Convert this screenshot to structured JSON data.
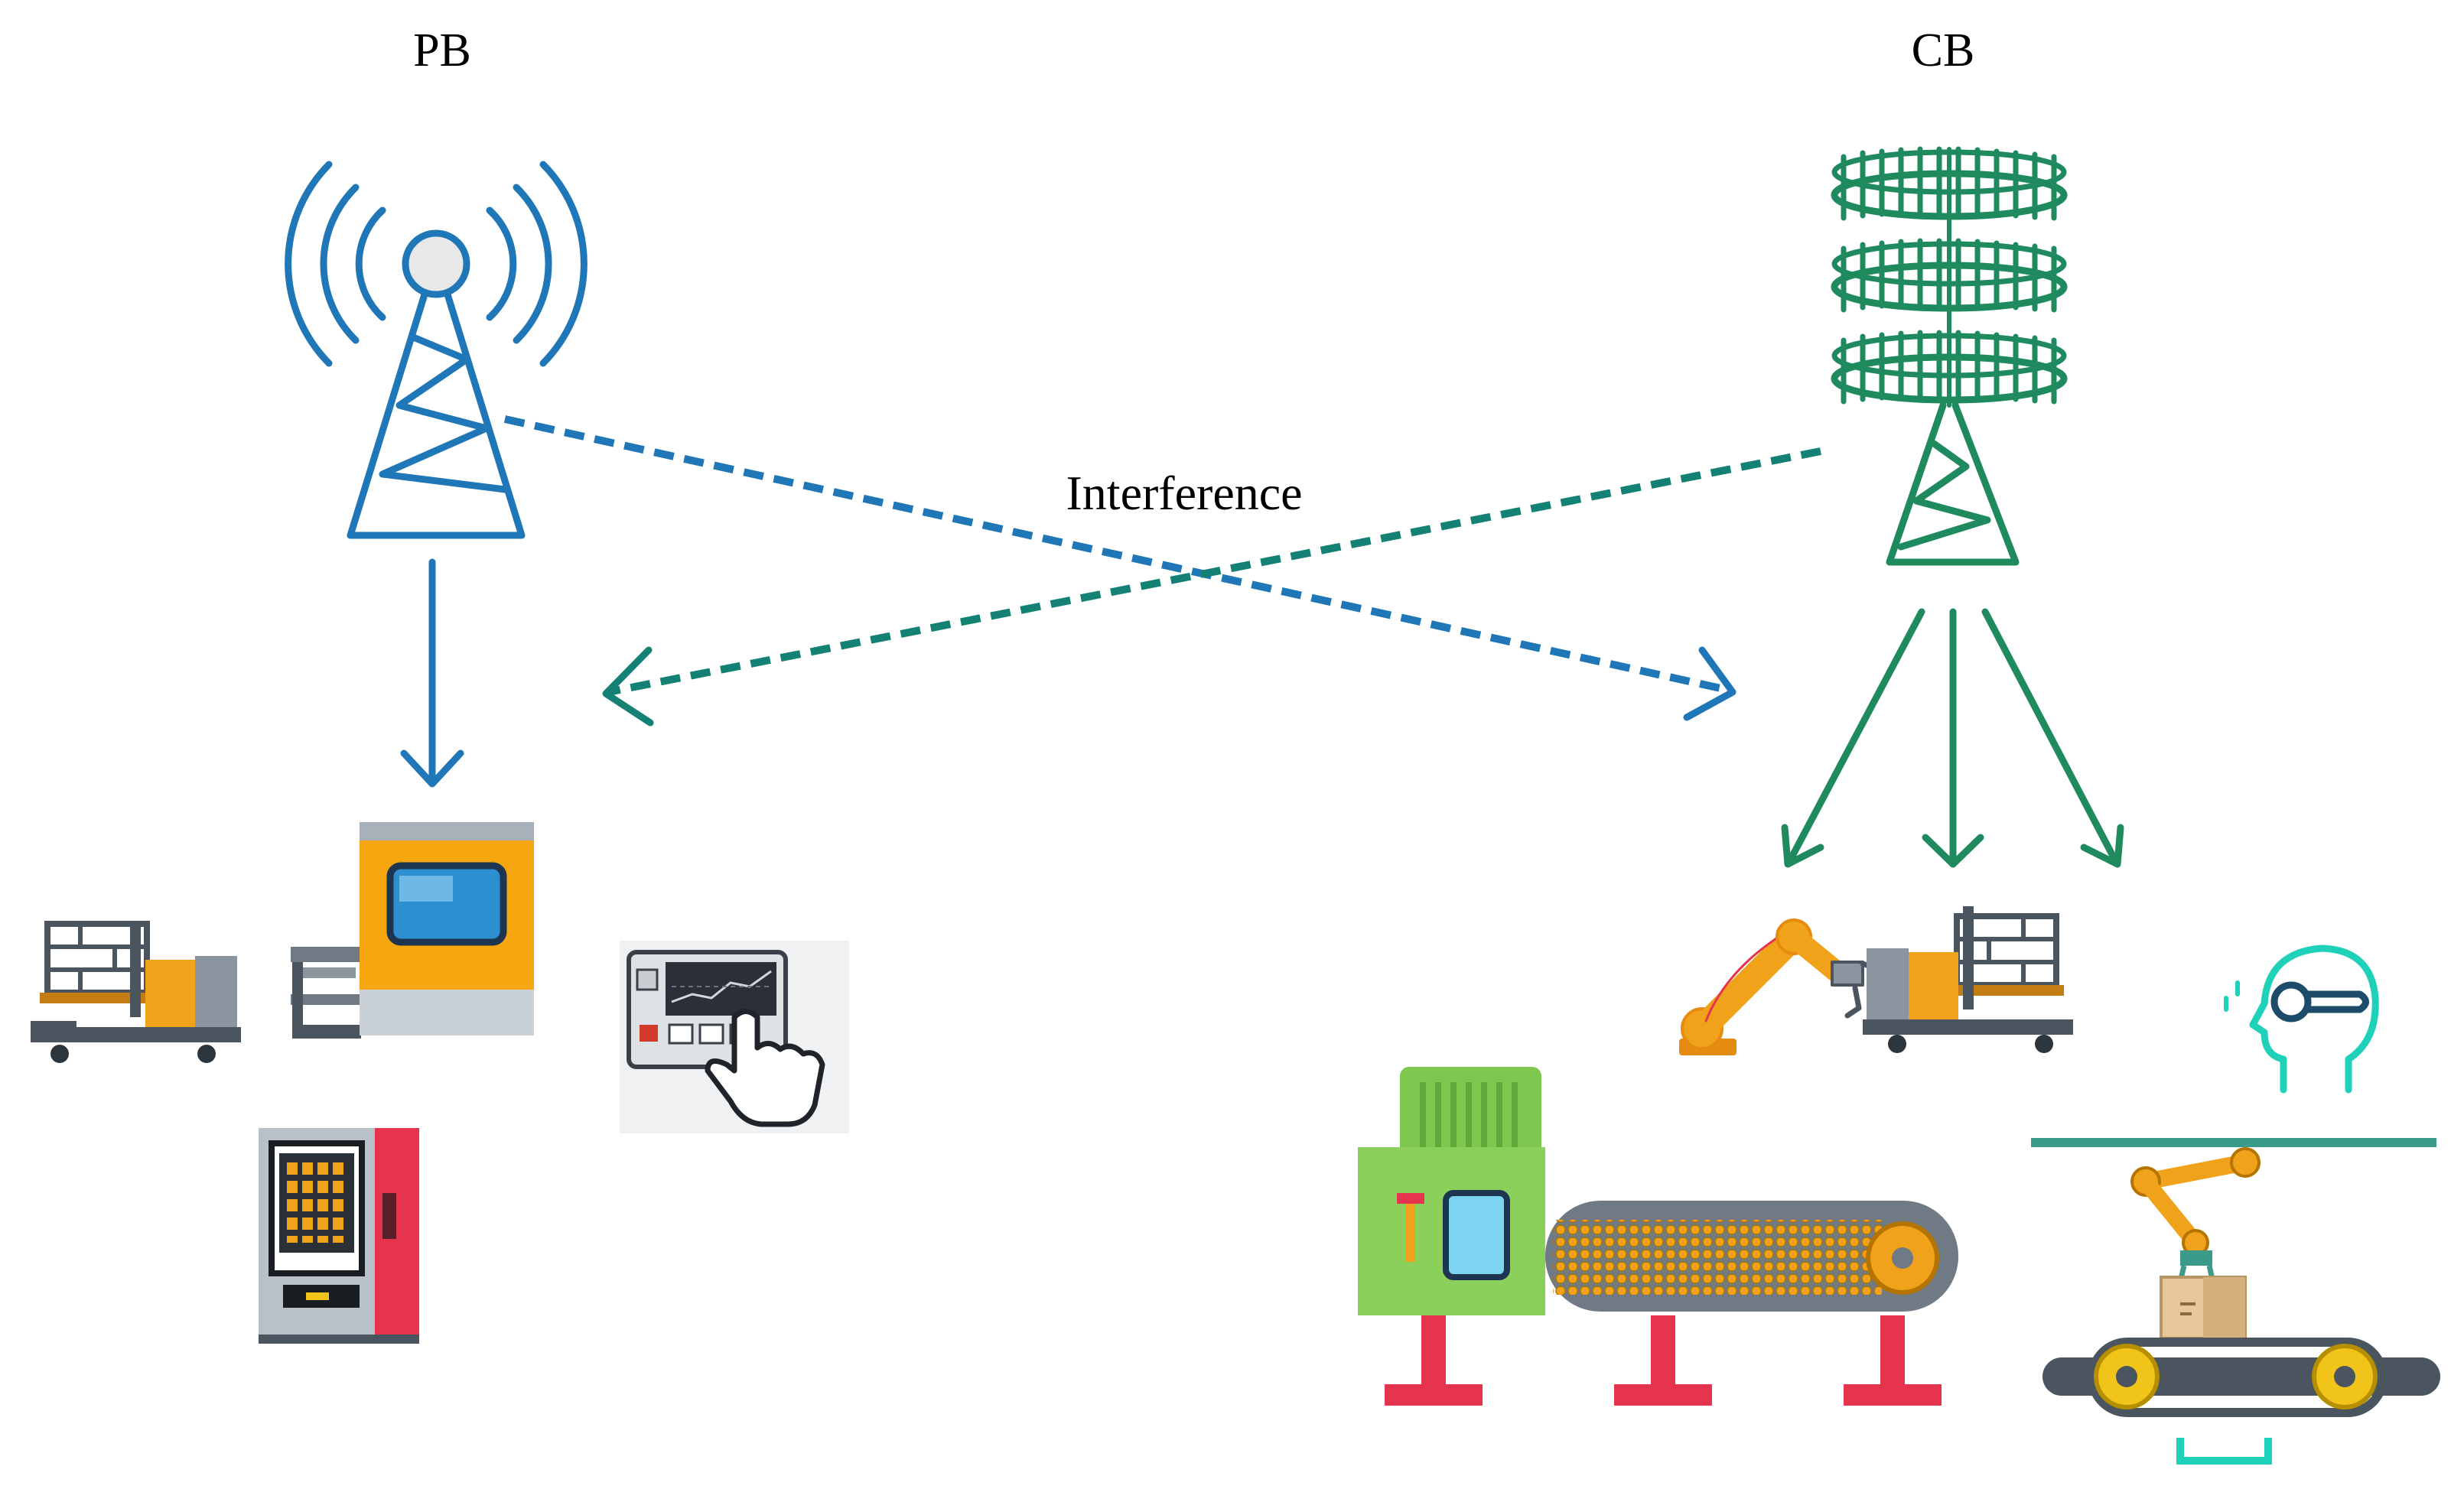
{
  "labels": {
    "pb": "PB",
    "cb": "CB",
    "interference": "Interference"
  },
  "colors": {
    "pb_blue": "#1f77b8",
    "cb_green": "#1e8a5e",
    "interference_teal": "#138173",
    "robot_orange": "#f0a21a",
    "machine_green": "#7ec850",
    "vending_red": "#e7344e",
    "dark_gray": "#4a5560"
  },
  "icons": {
    "pb_tower": "radio-tower-icon",
    "cb_tower": "massive-mimo-antenna-icon",
    "pallet_truck": "pallet-truck-icon",
    "injection_machine": "injection-machine-icon",
    "control_panel": "touch-control-panel-icon",
    "vending_machine": "vending-machine-icon",
    "robot_arm": "robot-arm-icon",
    "conveyor": "conveyor-machine-icon",
    "ai_head": "ai-head-icon",
    "packing_line": "robotic-packing-line-icon"
  }
}
